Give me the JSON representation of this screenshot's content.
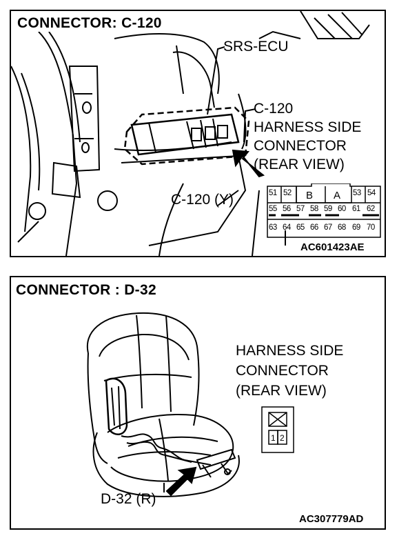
{
  "panel1": {
    "title": "CONNECTOR: C-120",
    "ecu_label": "SRS-ECU",
    "harness_label_lines": [
      "C-120",
      "HARNESS SIDE",
      "CONNECTOR",
      "(REAR VIEW)"
    ],
    "connector_label": "C-120 (Y)",
    "figure_code": "AC601423AE",
    "pins": {
      "row1": [
        "51",
        "52",
        "B",
        "A",
        "53",
        "54"
      ],
      "row2": [
        "55",
        "56",
        "57",
        "58",
        "59",
        "60",
        "61",
        "62"
      ],
      "row3": [
        "63",
        "64",
        "65",
        "66",
        "67",
        "68",
        "69",
        "70"
      ]
    }
  },
  "panel2": {
    "title": "CONNECTOR : D-32",
    "harness_label_lines": [
      "HARNESS SIDE",
      "CONNECTOR",
      "(REAR VIEW)"
    ],
    "connector_label": "D-32 (R)",
    "figure_code": "AC307779AD",
    "pins": [
      "1",
      "2"
    ]
  }
}
